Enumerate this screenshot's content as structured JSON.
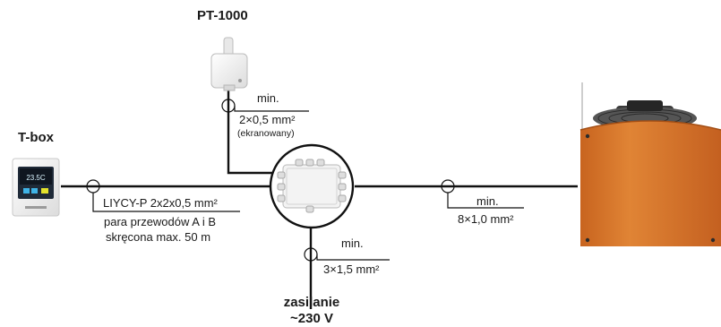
{
  "devices": {
    "pt1000": {
      "title": "PT-1000"
    },
    "tbox": {
      "title": "T-box",
      "screen_text": "23.5C"
    },
    "power": {
      "title_line1": "zasilanie",
      "title_line2": "~230 V"
    }
  },
  "cables": {
    "pt1000": {
      "min": "min.",
      "spec": "2×0,5 mm²",
      "note": "(ekranowany)"
    },
    "tbox": {
      "line1": "LIYCY-P 2x2x0,5 mm²",
      "line2": "para przewodów A i B",
      "line3": "skręcona max. 50 m"
    },
    "heater": {
      "min": "min.",
      "spec": "8×1,0 mm²"
    },
    "power": {
      "min": "min.",
      "spec": "3×1,5 mm²"
    }
  },
  "colors": {
    "heater_body": "#d9772b",
    "wire": "#111111",
    "device_white": "#f2f2f2"
  }
}
